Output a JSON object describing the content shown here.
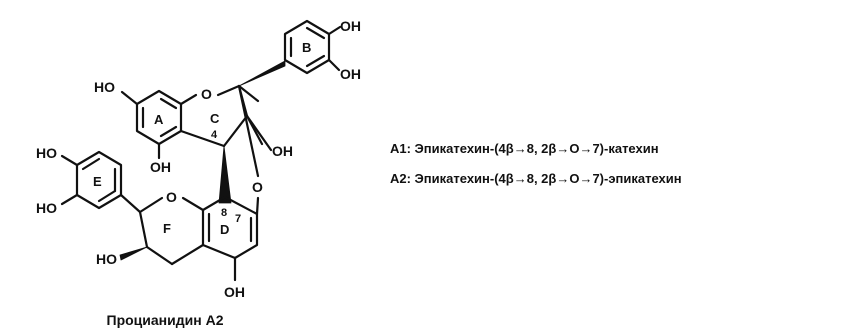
{
  "structure": {
    "atoms": {
      "oh_top_right": "OH",
      "oh_right": "OH",
      "ho_left_a": "HO",
      "oh_under_a": "OH",
      "oh_c2": "OH",
      "ho_e_top": "HO",
      "ho_e_bottom": "HO",
      "ho_f": "HO",
      "oh_bottom": "OH",
      "o_ring_c": "O",
      "o_bridge": "O",
      "o_ring_f": "O"
    },
    "ring_labels": {
      "a": "A",
      "b": "B",
      "c": "C",
      "d": "D",
      "e": "E",
      "f": "F"
    },
    "locants": {
      "c4": "4",
      "c8": "8",
      "c7": "7"
    }
  },
  "compound_name": "Процианидин А2",
  "variants": [
    {
      "text": "А1: Эпикатехин-(4β→8, 2β→О→7)-катехин"
    },
    {
      "text": "А2: Эпикатехин-(4β→8, 2β→О→7)-эпикатехин"
    }
  ]
}
